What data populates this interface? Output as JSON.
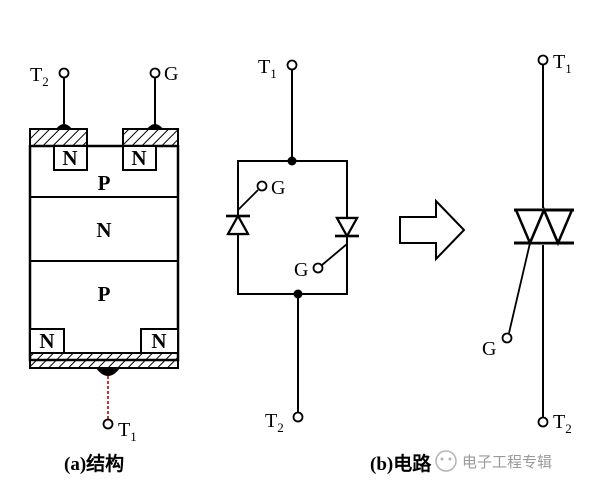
{
  "structure": {
    "terminal_t2": "T",
    "terminal_t2_sub": "2",
    "terminal_g": "G",
    "terminal_t1": "T",
    "terminal_t1_sub": "1",
    "region_top_n_left": "N",
    "region_top_n_right": "N",
    "region_p_top": "P",
    "region_n_mid": "N",
    "region_p_bottom": "P",
    "region_bottom_n_left": "N",
    "region_bottom_n_right": "N",
    "caption": "(a)结构"
  },
  "circuit": {
    "terminal_t1": "T",
    "terminal_t1_sub": "1",
    "terminal_t2": "T",
    "terminal_t2_sub": "2",
    "gate_upper": "G",
    "gate_lower": "G",
    "caption": "(b)电路"
  },
  "symbol": {
    "terminal_t1": "T",
    "terminal_t1_sub": "1",
    "terminal_t2": "T",
    "terminal_t2_sub": "2",
    "gate": "G"
  },
  "watermark": "电子工程专辑",
  "colors": {
    "ink": "#000000",
    "lead_red": "#c0392b",
    "watermark": "#9a9a9a"
  }
}
